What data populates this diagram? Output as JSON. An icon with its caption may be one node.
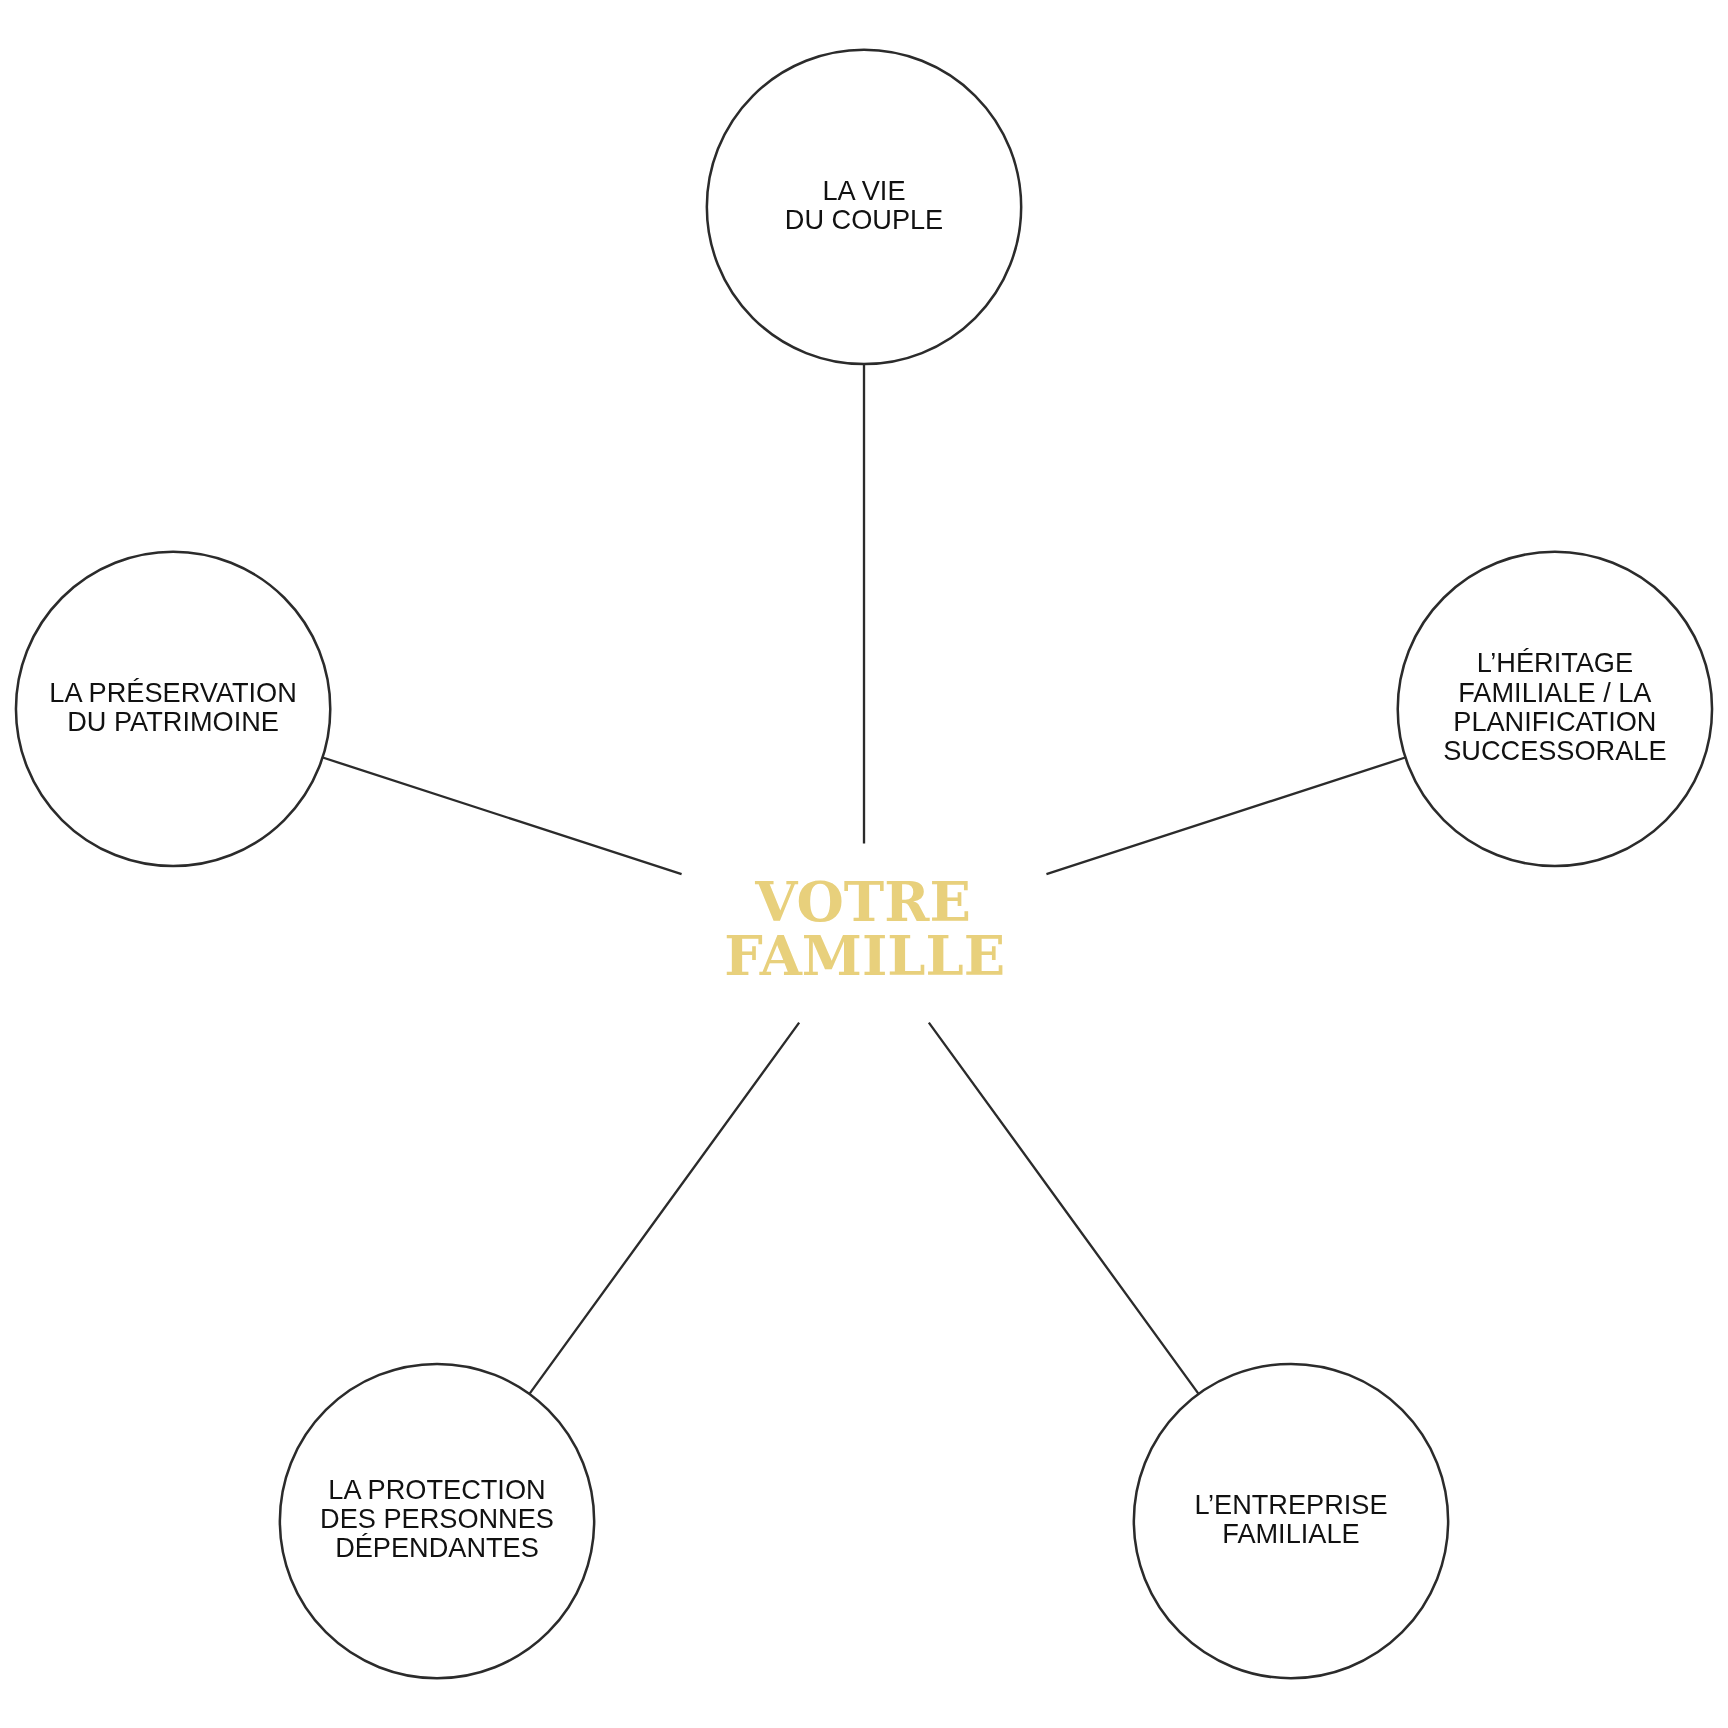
{
  "diagram": {
    "nodes": [
      {
        "text": [
          "LA VIE DU COUPLE"
        ]
      },
      {
        "text": [
          "LA PRÉSERVATION DU PATRIMOINE"
        ]
      },
      {
        "text": [
          "L’HÉRITAGE FAMILIALE / LA PLANIFICATION SUCCESSORALE"
        ]
      },
      {
        "text": [
          "VOTRE FAMILLE"
        ]
      },
      {
        "text": [
          "LA PROTECTION DES PERSONNES DÉPENDANTES"
        ]
      },
      {
        "text": [
          "L’ENTREPRISE FAMILIALE"
        ]
      }
    ],
    "edges": [
      {
        "from": 3,
        "to": 0,
        "arrow": "none"
      },
      {
        "from": 3,
        "to": 1,
        "arrow": "none"
      },
      {
        "from": 3,
        "to": 2,
        "arrow": "none"
      },
      {
        "from": 3,
        "to": 4,
        "arrow": "none"
      },
      {
        "from": 3,
        "to": 5,
        "arrow": "none"
      }
    ]
  }
}
